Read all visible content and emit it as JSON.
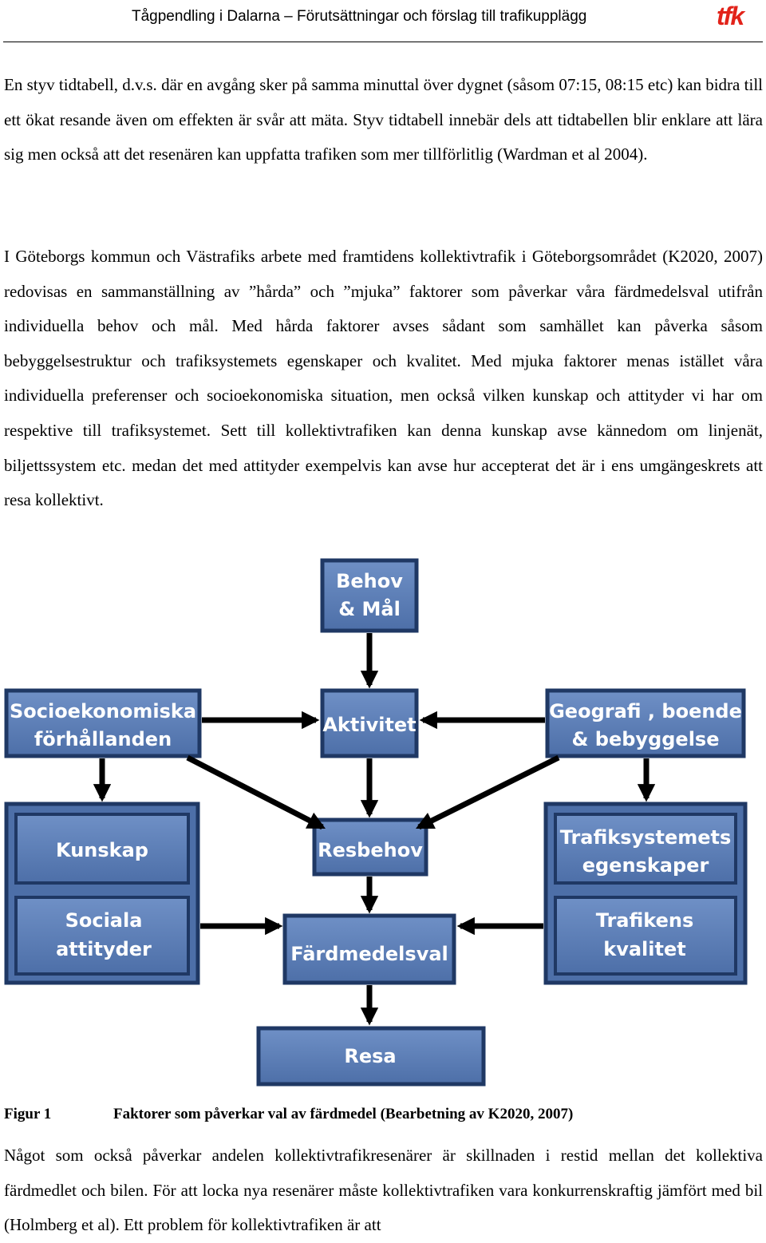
{
  "header": {
    "title": "Tågpendling i Dalarna – Förutsättningar och förslag till trafikupplägg",
    "logo": "tfk"
  },
  "paragraphs": [
    "En styv tidtabell, d.v.s. där en avgång sker på samma minuttal över dygnet (såsom 07:15, 08:15 etc) kan bidra till ett ökat resande även om effekten är svår att mäta. Styv tidtabell innebär dels att tidtabellen blir enklare att lära sig men också att det resenären kan uppfatta trafiken som mer tillförlitlig (Wardman et al 2004).",
    "I Göteborgs kommun och Västrafiks arbete med framtidens kollektivtrafik i Göteborgsområdet (K2020, 2007) redovisas en sammanställning av ”hårda” och ”mjuka” faktorer som påverkar våra färdmedelsval utifrån individuella behov och mål. Med hårda faktorer avses sådant som samhället kan påverka såsom bebyggelsestruktur och trafiksystemets egenskaper och kvalitet. Med mjuka faktorer menas istället våra individuella preferenser och socioekonomiska situation, men också vilken kunskap och attityder vi har om respektive till trafiksystemet. Sett till kollektivtrafiken kan denna kunskap avse kännedom om linjenät, biljettssystem etc. medan det med attityder exempelvis kan avse hur accepterat det är i ens umgängeskrets att resa kollektivt.",
    "Något som också påverkar andelen kollektivtrafikresenärer är skillnaden i restid mellan det kollektiva färdmedlet och bilen. För att locka nya resenärer måste kollektivtrafiken vara konkurrenskraftig jämfört med bil (Holmberg et al). Ett problem för kollektivtrafiken är att"
  ],
  "diagram": {
    "fill_color": "#5b7db5",
    "border_color": "#1f3864",
    "boxes": {
      "behov": [
        "Behov",
        "& Mål"
      ],
      "socio": [
        "Socioekonomiska",
        "förhållanden"
      ],
      "aktivitet": [
        "Aktivitet"
      ],
      "geografi": [
        "Geografi , boende",
        "& bebyggelse"
      ],
      "kunskap": [
        "Kunskap"
      ],
      "resbehov": [
        "Resbehov"
      ],
      "trafiksystemets": [
        "Trafiksystemets",
        "egenskaper"
      ],
      "sociala": [
        "Sociala",
        "attityder"
      ],
      "fardmedelsval": [
        "Färdmedelsval"
      ],
      "trafikens": [
        "Trafikens",
        "kvalitet"
      ],
      "resa": [
        "Resa"
      ]
    }
  },
  "caption": {
    "label": "Figur 1",
    "text": "Faktorer som påverkar val av färdmedel (Bearbetning av K2020, 2007)"
  }
}
